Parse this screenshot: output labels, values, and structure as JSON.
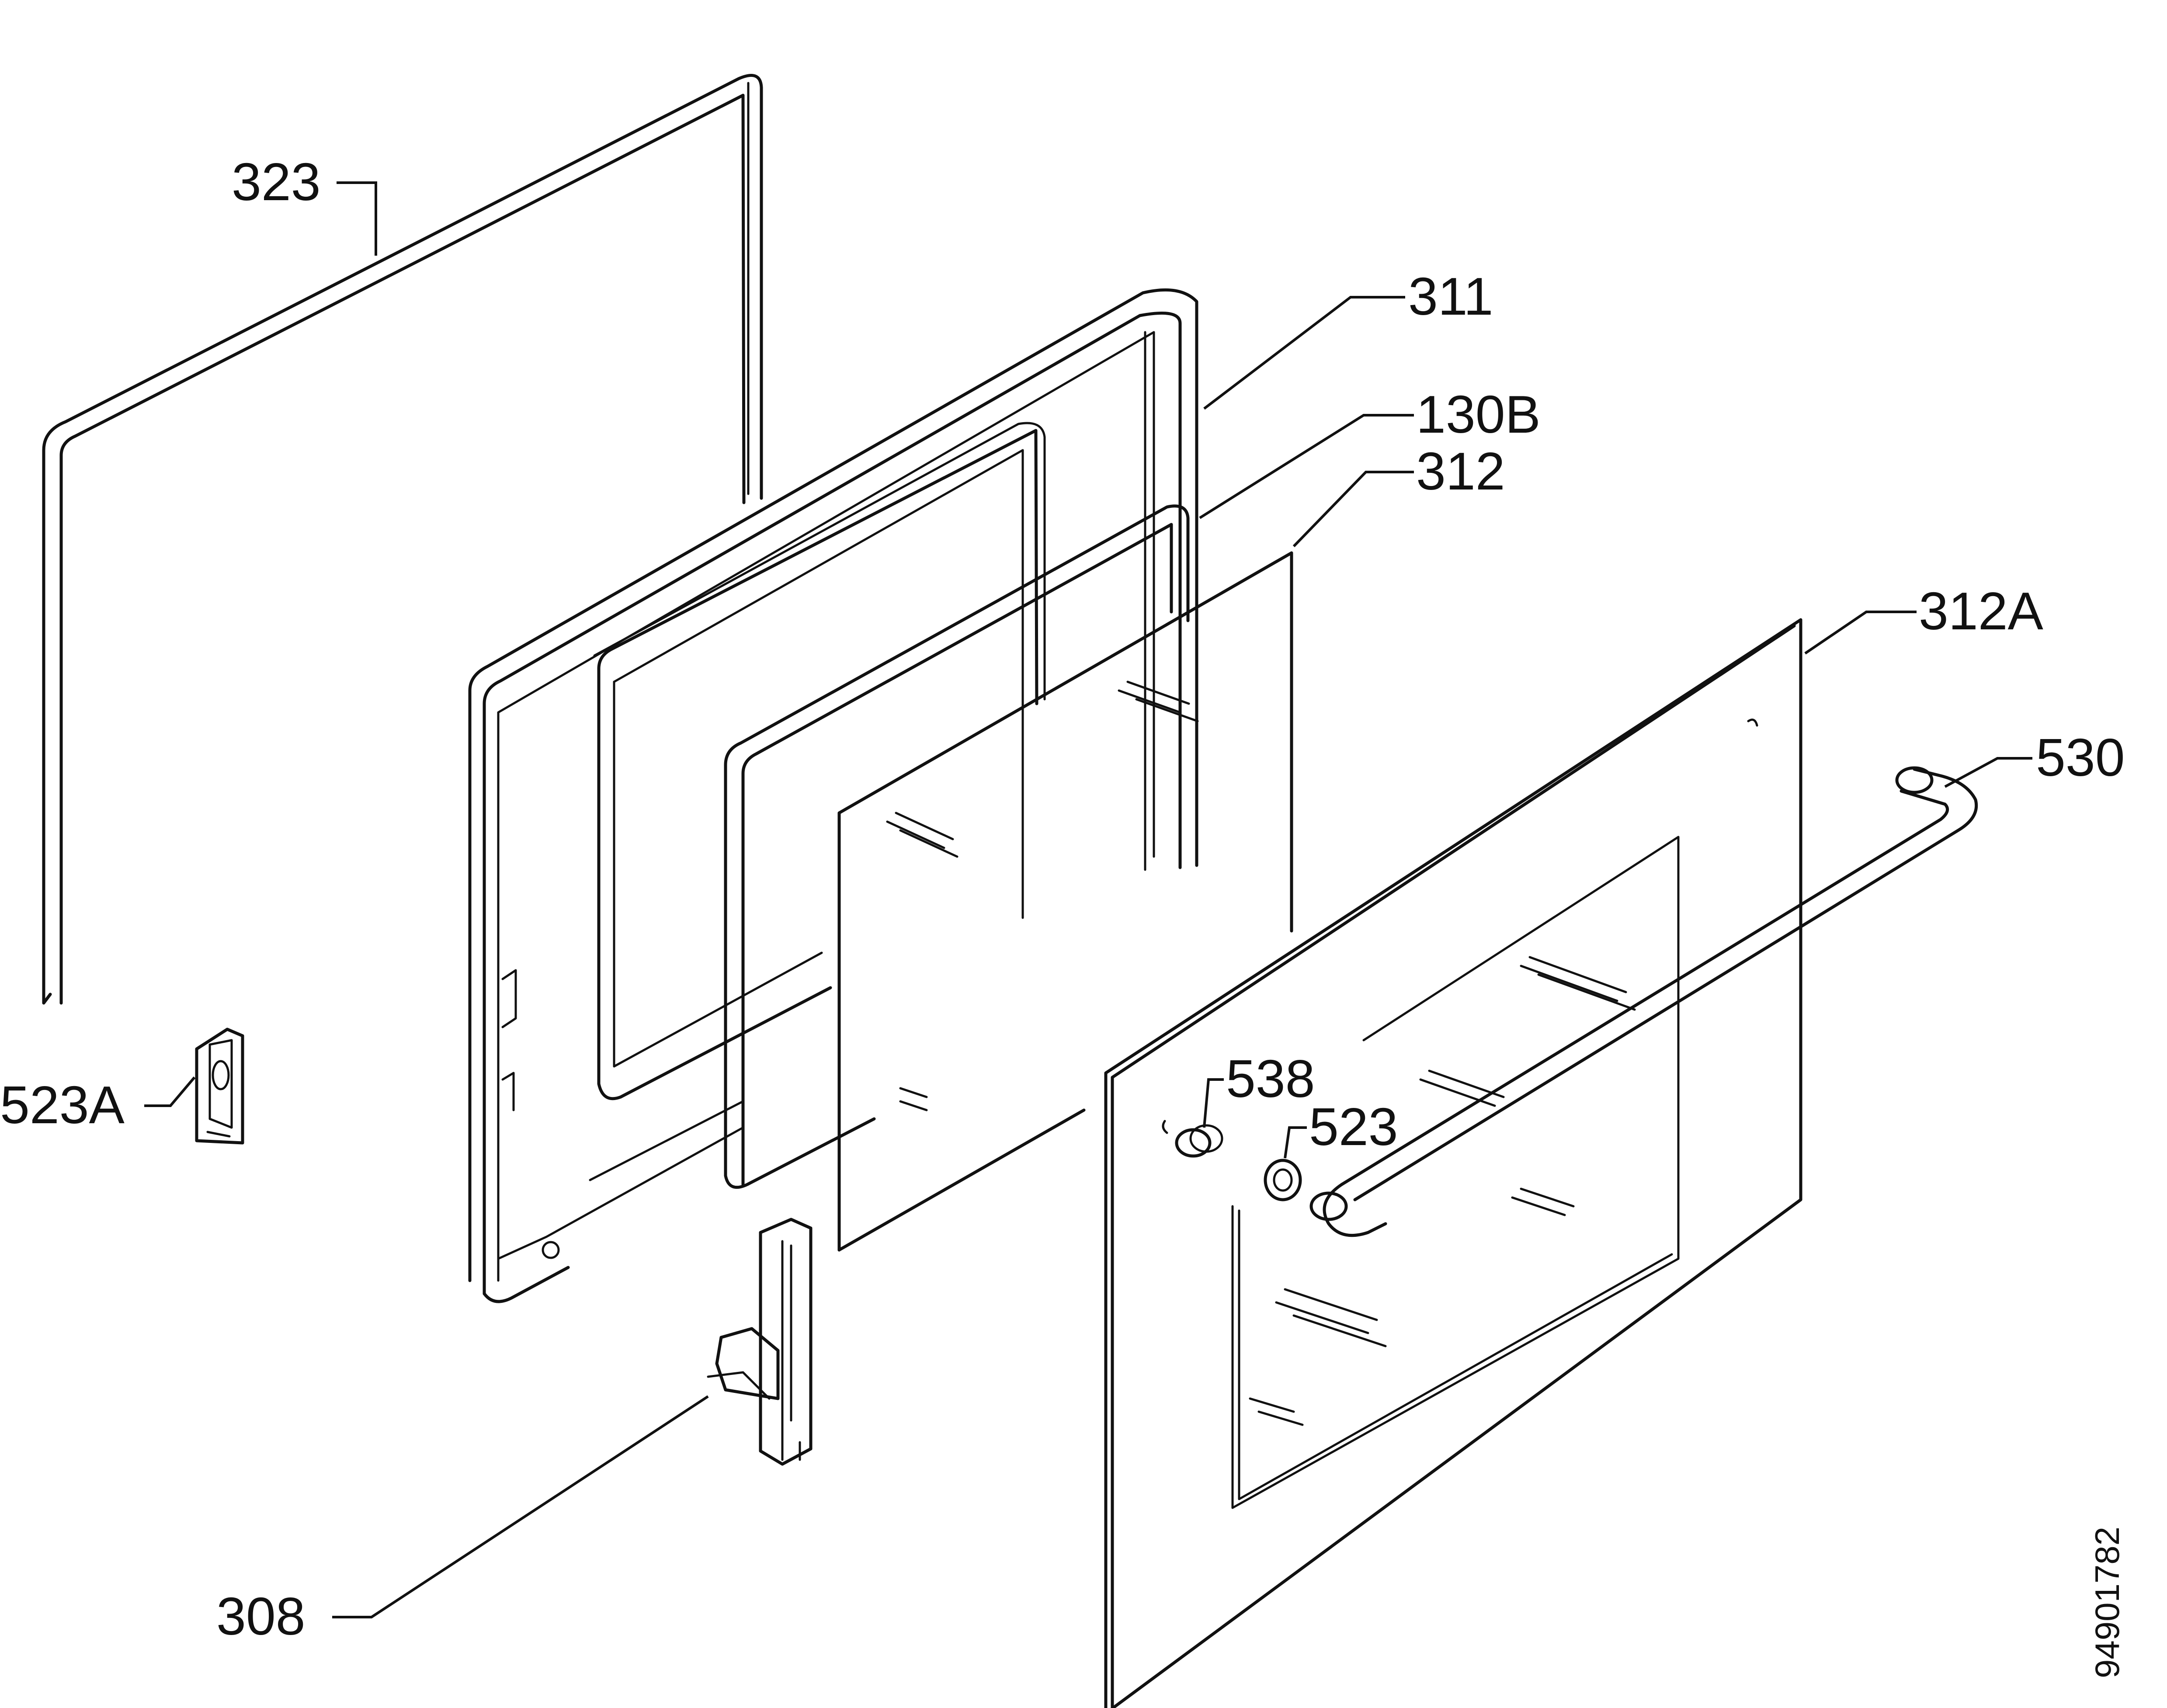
{
  "diagram": {
    "labels": {
      "p323": "323",
      "p311": "311",
      "p130b": "130B",
      "p312": "312",
      "p312a": "312A",
      "p530": "530",
      "p523a": "523A",
      "p538": "538",
      "p523": "523",
      "p308": "308"
    },
    "document_number": "94901782"
  }
}
